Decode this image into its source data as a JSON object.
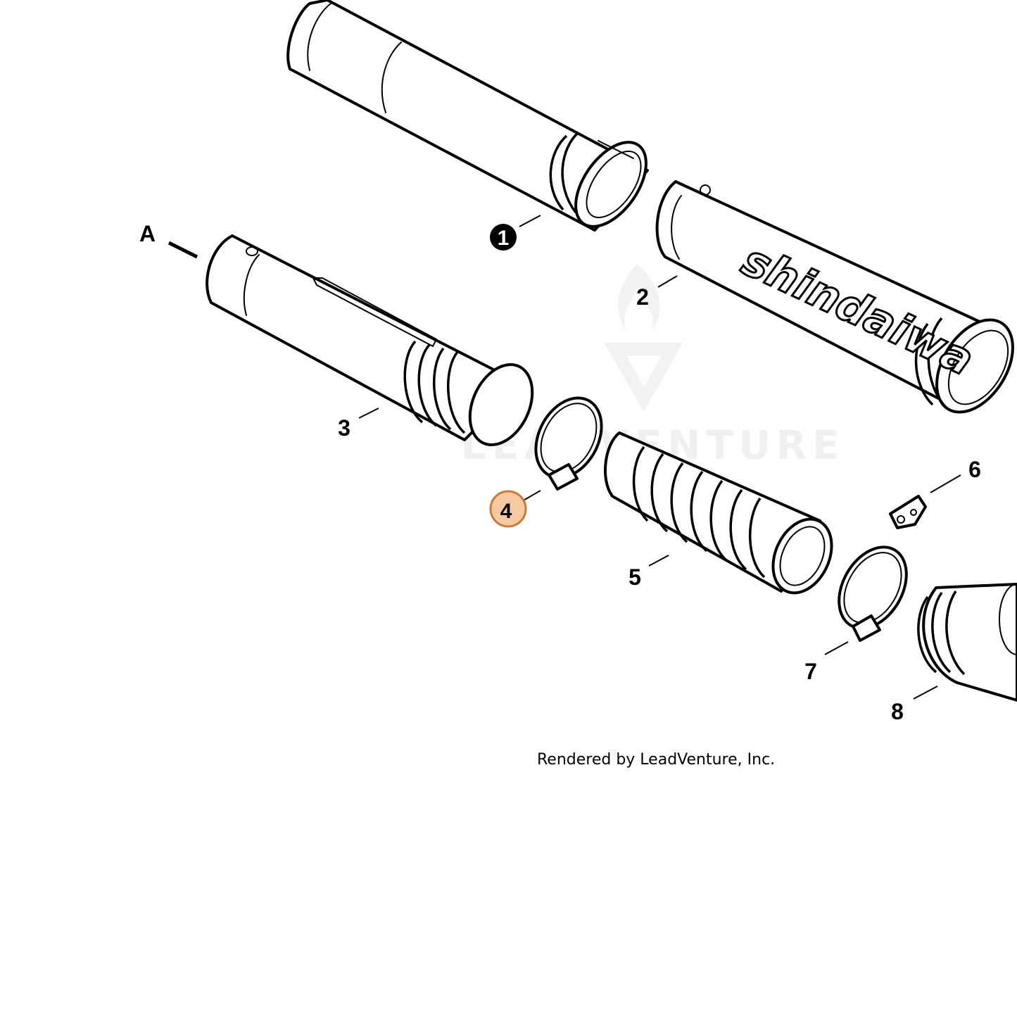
{
  "callouts": {
    "a": "A",
    "c1": "1",
    "c2": "2",
    "c3": "3",
    "c4": "4",
    "c5": "5",
    "c6": "6",
    "c7": "7",
    "c8": "8"
  },
  "brand_text": "shindaiwa",
  "watermark_text": "LEADVENTURE",
  "footer_text": "Rendered by LeadVenture, Inc.",
  "colors": {
    "line": "#000000",
    "background": "#ffffff",
    "highlight_fill": "#f6c9a0",
    "highlight_stroke": "#c87a3a"
  }
}
